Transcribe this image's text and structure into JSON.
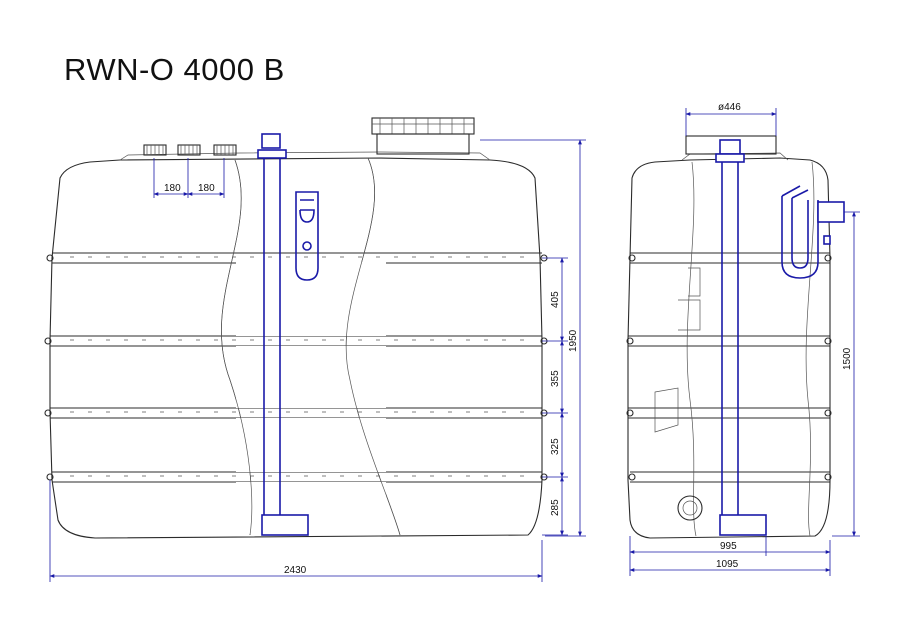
{
  "title": "RWN-O 4000 B",
  "colors": {
    "outline": "#2b2b2b",
    "fittings": "#1a1aa8",
    "background": "#ffffff"
  },
  "front_view": {
    "dimensions": {
      "length": "2430",
      "height": "1950",
      "port_spacing_1": "180",
      "port_spacing_2": "180",
      "rib_gap_top": "405",
      "rib_gap_mid": "355",
      "rib_gap_low": "325",
      "rib_gap_bottom": "285"
    }
  },
  "side_view": {
    "dimensions": {
      "manhole_diameter": "ø446",
      "inlet_height": "1500",
      "inner_width": "995",
      "width": "1095"
    }
  }
}
